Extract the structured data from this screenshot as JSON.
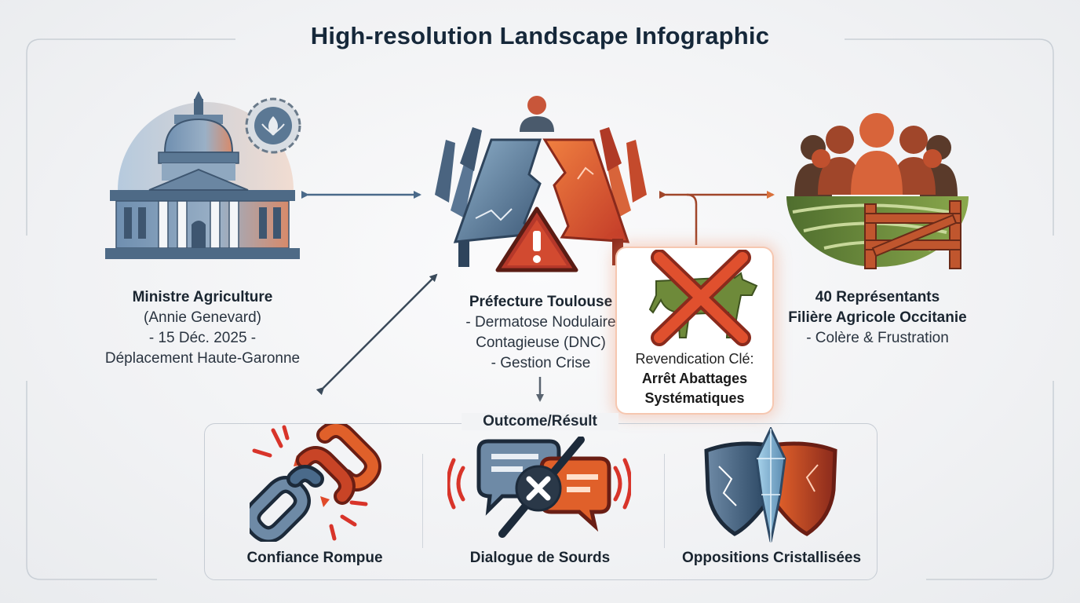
{
  "title": "High-resolution Landscape Infographic",
  "ministre": {
    "name": "Ministre Agriculture",
    "person": "(Annie Genevard)",
    "date": "- 15 Déc. 2025 -",
    "event": "Déplacement Haute-Garonne"
  },
  "prefecture": {
    "name": "Préfecture Toulouse",
    "line1": "- Dermatose Nodulaire",
    "line2": "Contagieuse (DNC)",
    "line3": "- Gestion Crise"
  },
  "representants": {
    "line1": "40 Représentants",
    "line2": "Filière Agricole Occitanie",
    "line3": "- Colère & Frustration"
  },
  "revendication": {
    "label": "Revendication Clé:",
    "line1": "Arrêt Abattages",
    "line2": "Systématiques"
  },
  "outcome": {
    "title": "Outcome/Résult",
    "items": [
      {
        "label": "Confiance Rompue",
        "icon": "broken-chain-icon"
      },
      {
        "label": "Dialogue de Sourds",
        "icon": "crossed-speech-bubbles-icon"
      },
      {
        "label": "Oppositions Cristallisées",
        "icon": "cracked-shields-icon"
      }
    ]
  },
  "colors": {
    "blue": "#4a6a8a",
    "orange": "#e0602a",
    "red": "#b5382a",
    "brown": "#a0462a",
    "green": "#6b8a3a"
  }
}
